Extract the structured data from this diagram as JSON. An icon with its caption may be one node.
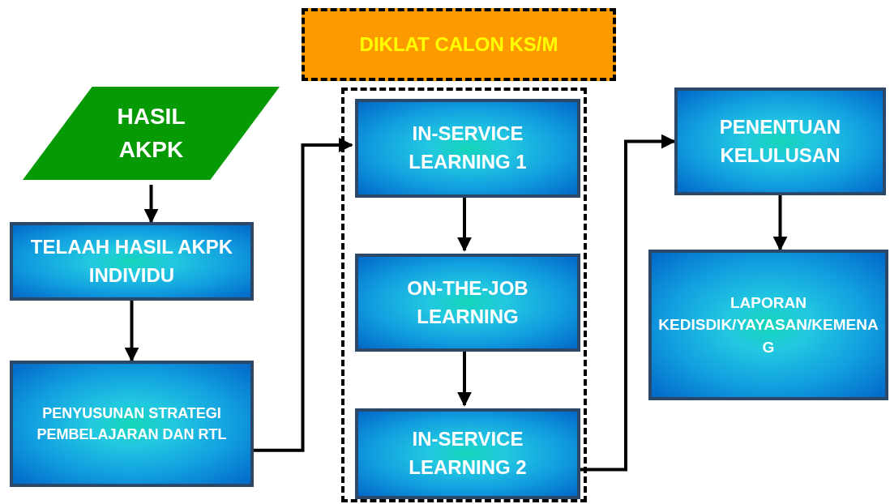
{
  "diagram": {
    "nodes": [
      {
        "text": [
          "HASIL AKPK"
        ]
      },
      {
        "text": [
          "TELAAH HASIL AKPK INDIVIDU"
        ]
      },
      {
        "text": [
          "PENYUSUNAN STRATEGI PEMBELAJARAN DAN RTL"
        ]
      },
      {
        "text": [
          "DIKLAT CALON KS/M"
        ]
      },
      {
        "text": [],
        "shape": "box"
      },
      {
        "text": [
          "IN-SERVICE LEARNING 1"
        ],
        "in": 4
      },
      {
        "text": [
          "ON-THE-JOB LEARNING"
        ],
        "in": 4
      },
      {
        "text": [
          "IN-SERVICE LEARNING 2"
        ],
        "in": 4
      },
      {
        "text": [
          "PENENTUAN KELULUSAN"
        ]
      },
      {
        "text": [
          "LAPORAN KEDISDIK/YAYASAN/KEMENAG"
        ]
      }
    ],
    "edges": [
      {
        "from": 0,
        "to": 1,
        "arrow": "to"
      },
      {
        "from": 1,
        "to": 2,
        "arrow": "to"
      },
      {
        "from": 2,
        "to": 5,
        "arrow": "to"
      },
      {
        "from": 5,
        "to": 6,
        "arrow": "to"
      },
      {
        "from": 6,
        "to": 7,
        "arrow": "to"
      },
      {
        "from": 7,
        "to": 8,
        "arrow": "to"
      },
      {
        "from": 8,
        "to": 9,
        "arrow": "to"
      }
    ]
  }
}
